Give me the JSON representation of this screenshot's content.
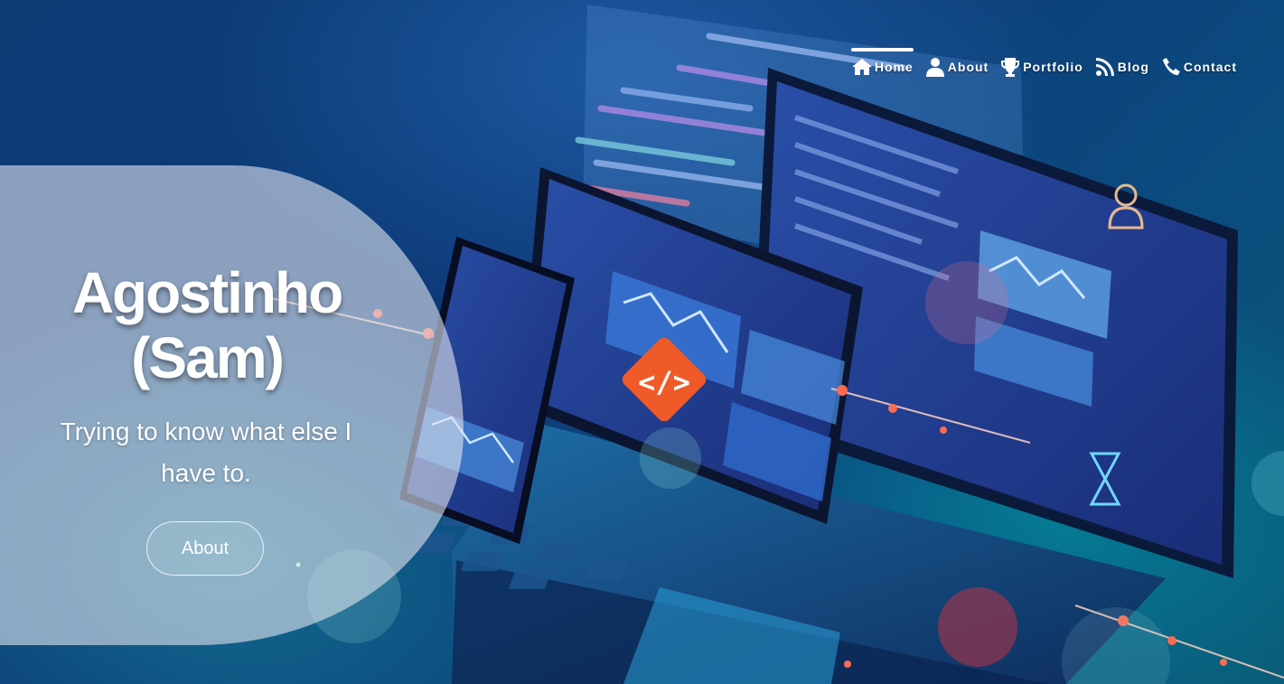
{
  "nav": {
    "items": [
      {
        "label": "Home",
        "icon": "home-icon",
        "active": true
      },
      {
        "label": "About",
        "icon": "user-icon"
      },
      {
        "label": "Portfolio",
        "icon": "trophy-icon"
      },
      {
        "label": "Blog",
        "icon": "rss-icon"
      },
      {
        "label": "Contact",
        "icon": "phone-icon"
      }
    ]
  },
  "hero": {
    "name_line1": "Agostinho",
    "name_line2": "(Sam)",
    "tagline": "Trying to know what else I have to.",
    "button_label": "About"
  },
  "colors": {
    "background": "#0b2a5c",
    "accent": "#f05a28",
    "blob": "#dce1eb"
  }
}
